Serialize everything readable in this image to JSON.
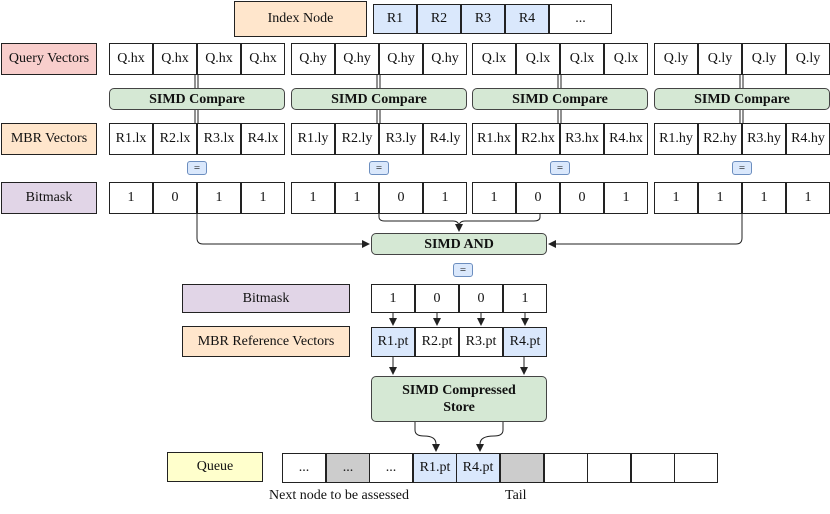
{
  "colors": {
    "index_node_label": "#ffe6cc",
    "query_label": "#f8cecc",
    "mbr_label": "#ffe6cc",
    "bitmask_label": "#e1d5e7",
    "queue_label": "#ffffcc",
    "op_fill": "#d5e8d4",
    "highlight_cell": "#dae8fc",
    "gray_cell": "#cccccc"
  },
  "index_node": {
    "label": "Index Node",
    "cells": [
      "R1",
      "R2",
      "R3",
      "R4",
      "..."
    ]
  },
  "rows": {
    "query_label": "Query Vectors",
    "mbr_label": "MBR Vectors",
    "bitmask_label": "Bitmask"
  },
  "groups": [
    {
      "query": [
        "Q.hx",
        "Q.hx",
        "Q.hx",
        "Q.hx"
      ],
      "compare": "SIMD Compare",
      "eq": "=",
      "mbr": [
        "R1.lx",
        "R2.lx",
        "R3.lx",
        "R4.lx"
      ],
      "bits": [
        "1",
        "0",
        "1",
        "1"
      ]
    },
    {
      "query": [
        "Q.hy",
        "Q.hy",
        "Q.hy",
        "Q.hy"
      ],
      "compare": "SIMD Compare",
      "eq": "=",
      "mbr": [
        "R1.ly",
        "R2.ly",
        "R3.ly",
        "R4.ly"
      ],
      "bits": [
        "1",
        "1",
        "0",
        "1"
      ]
    },
    {
      "query": [
        "Q.lx",
        "Q.lx",
        "Q.lx",
        "Q.lx"
      ],
      "compare": "SIMD Compare",
      "eq": "=",
      "mbr": [
        "R1.hx",
        "R2.hx",
        "R3.hx",
        "R4.hx"
      ],
      "bits": [
        "1",
        "0",
        "0",
        "1"
      ]
    },
    {
      "query": [
        "Q.ly",
        "Q.ly",
        "Q.ly",
        "Q.ly"
      ],
      "compare": "SIMD Compare",
      "eq": "=",
      "mbr": [
        "R1.hy",
        "R2.hy",
        "R3.hy",
        "R4.hy"
      ],
      "bits": [
        "1",
        "1",
        "1",
        "1"
      ]
    }
  ],
  "simd_and": {
    "label": "SIMD AND",
    "eq": "="
  },
  "result": {
    "bitmask_label": "Bitmask",
    "bits": [
      "1",
      "0",
      "0",
      "1"
    ],
    "ref_label": "MBR Reference Vectors",
    "refs": [
      "R1.pt",
      "R2.pt",
      "R3.pt",
      "R4.pt"
    ]
  },
  "compressed_store": {
    "line1": "SIMD Compressed",
    "line2": "Store"
  },
  "queue": {
    "label": "Queue",
    "cells": [
      "...",
      "...",
      "...",
      "R1.pt",
      "R4.pt",
      "",
      "",
      "",
      "",
      ""
    ],
    "next_note": "Next node to be assessed",
    "tail_note": "Tail"
  }
}
